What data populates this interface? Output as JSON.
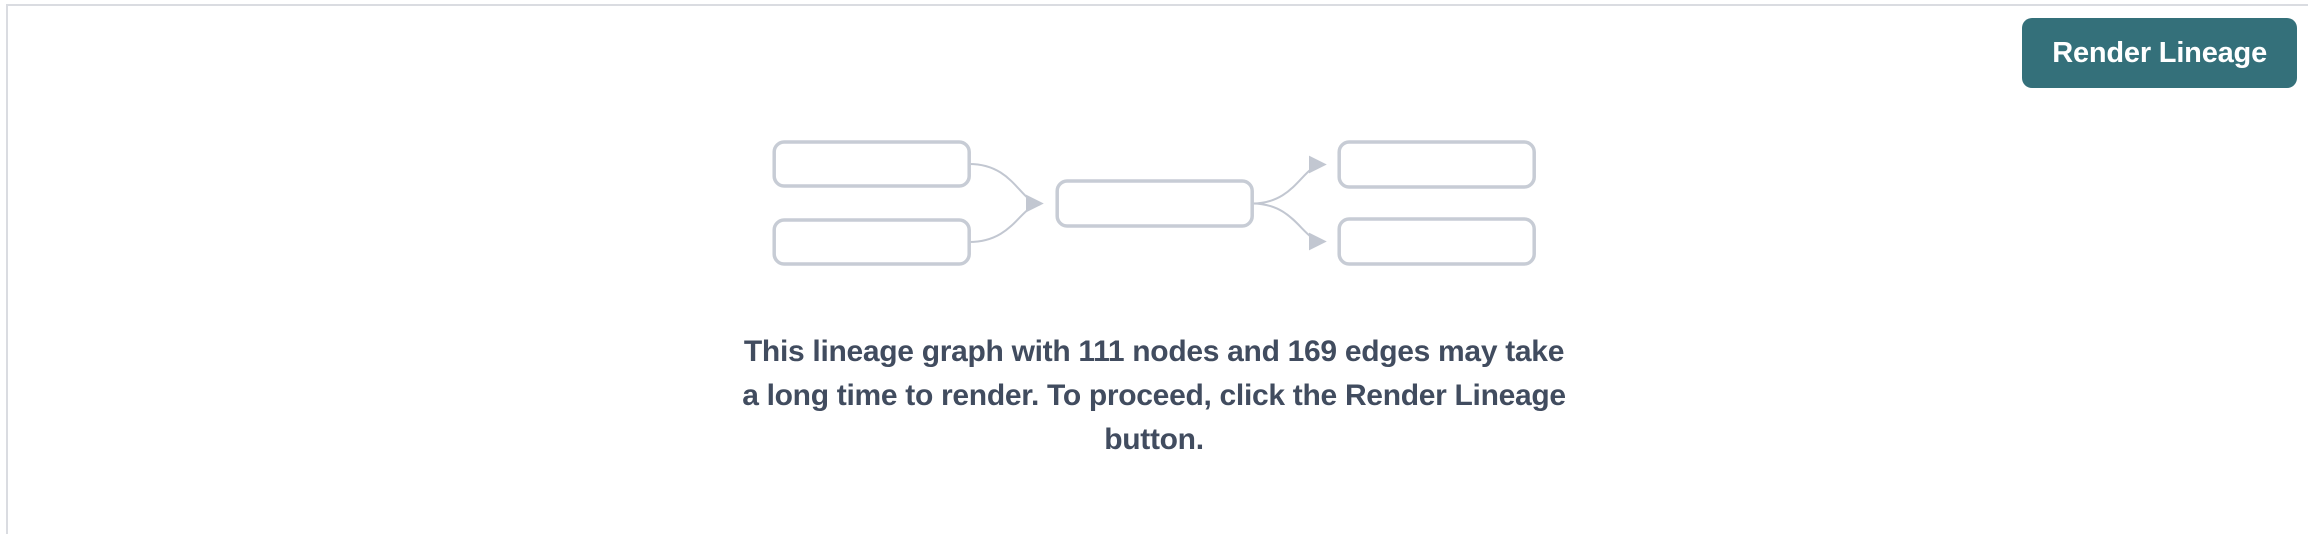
{
  "page": {
    "background_color": "#ffffff",
    "top_divider_color": "#dadce1",
    "left_divider_color": "#dadce1"
  },
  "toolbar": {
    "render_button_label": "Render Lineage",
    "render_button_color": "#34707a",
    "render_button_text_color": "#ffffff"
  },
  "empty_state": {
    "illustration_name": "lineage-graph-placeholder",
    "node_count": "111",
    "edge_count": "169",
    "message_line1": "This lineage graph with 111 nodes and 169 edges may take",
    "message_line2": "a long time to render. To proceed, click the Render Lineage",
    "message_line3": "button.",
    "message_text_color": "#414c5f",
    "node_border_color": "#c7ccd5",
    "edge_color": "#c2c7d1"
  }
}
